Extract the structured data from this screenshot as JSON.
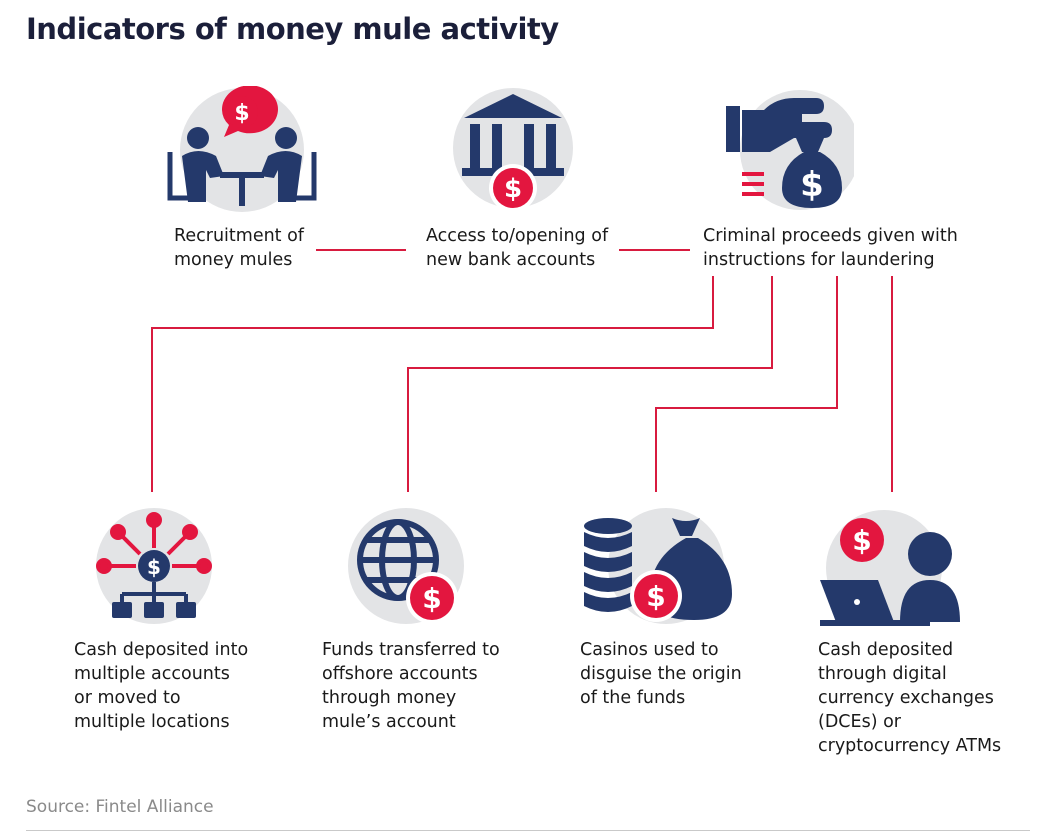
{
  "title": "Indicators of money mule activity",
  "colors": {
    "navy": "#24396b",
    "red": "#e3163f",
    "grey_circle": "#e3e4e6",
    "line": "#d81b3f"
  },
  "steps": [
    {
      "icon": "meeting-dollar-icon",
      "lines": [
        "Recruitment of",
        "money mules"
      ]
    },
    {
      "icon": "bank-dollar-icon",
      "lines": [
        "Access to/opening of",
        "new bank accounts"
      ]
    },
    {
      "icon": "hand-money-bag-icon",
      "lines": [
        "Criminal proceeds given with",
        "instructions for laundering"
      ]
    }
  ],
  "outcomes": [
    {
      "icon": "distribution-network-icon",
      "lines": [
        "Cash deposited into",
        "multiple accounts",
        "or moved to",
        "multiple locations"
      ]
    },
    {
      "icon": "globe-dollar-icon",
      "lines": [
        "Funds transferred to",
        "offshore accounts",
        "through money",
        "mule’s account"
      ]
    },
    {
      "icon": "coins-money-bag-icon",
      "lines": [
        "Casinos used to",
        "disguise the origin",
        "of the funds"
      ]
    },
    {
      "icon": "person-laptop-dollar-icon",
      "lines": [
        "Cash deposited",
        "through digital",
        "currency exchanges",
        "(DCEs) or",
        "cryptocurrency ATMs"
      ]
    }
  ],
  "source": "Source: Fintel Alliance"
}
